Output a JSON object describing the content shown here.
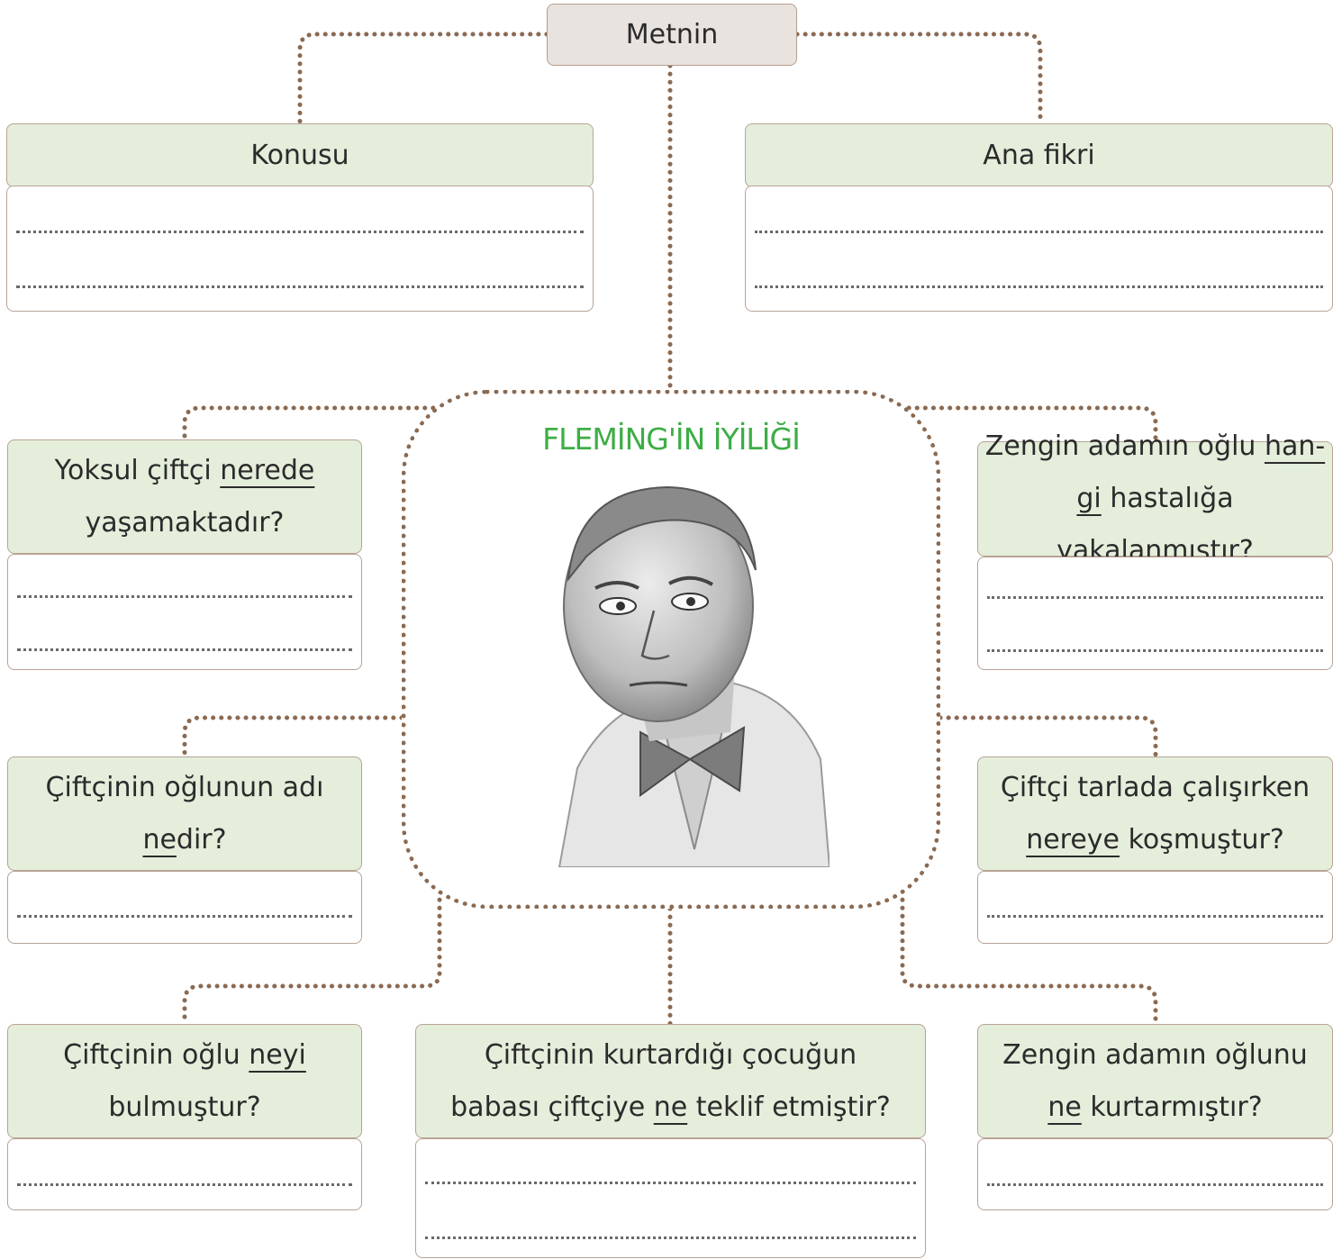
{
  "root": {
    "label": "Metnin"
  },
  "topic": {
    "label": "Konusu"
  },
  "main_idea": {
    "label": "Ana fikri"
  },
  "center": {
    "title": "FLEMİNG'İN İYİLİĞİ",
    "portrait": "portrait-of-fleming"
  },
  "questions": {
    "q1": {
      "a": "Yoksul çiftçi ",
      "u": "nerede",
      "b": "yaşamaktadır?"
    },
    "q2": {
      "a": "Zengin adamın oğlu ",
      "u": "han-",
      "b_u": "gi",
      "b": " hastalığa yakalanmıştır?"
    },
    "q3": {
      "a": "Çiftçinin oğlunun adı",
      "b_u": "ne",
      "b": "dir?"
    },
    "q4": {
      "a": "Çiftçi tarlada çalışırken",
      "b_u": "nereye",
      "b": " koşmuştur?"
    },
    "q5": {
      "a": "Çiftçinin oğlu ",
      "u": "neyi",
      "b": "bulmuştur?"
    },
    "q6": {
      "a": "Çiftçinin kurtardığı çocuğun",
      "b1": "babası çiftçiye ",
      "b_u": "ne",
      "b": " teklif etmiştir?"
    },
    "q7": {
      "a": "Zengin adamın oğlunu",
      "b_u": "ne",
      "b": " kurtarmıştır?"
    }
  },
  "colors": {
    "header_green": "#e4eedb",
    "title_green": "#3dae45",
    "connector_brown": "#8a6a52"
  }
}
